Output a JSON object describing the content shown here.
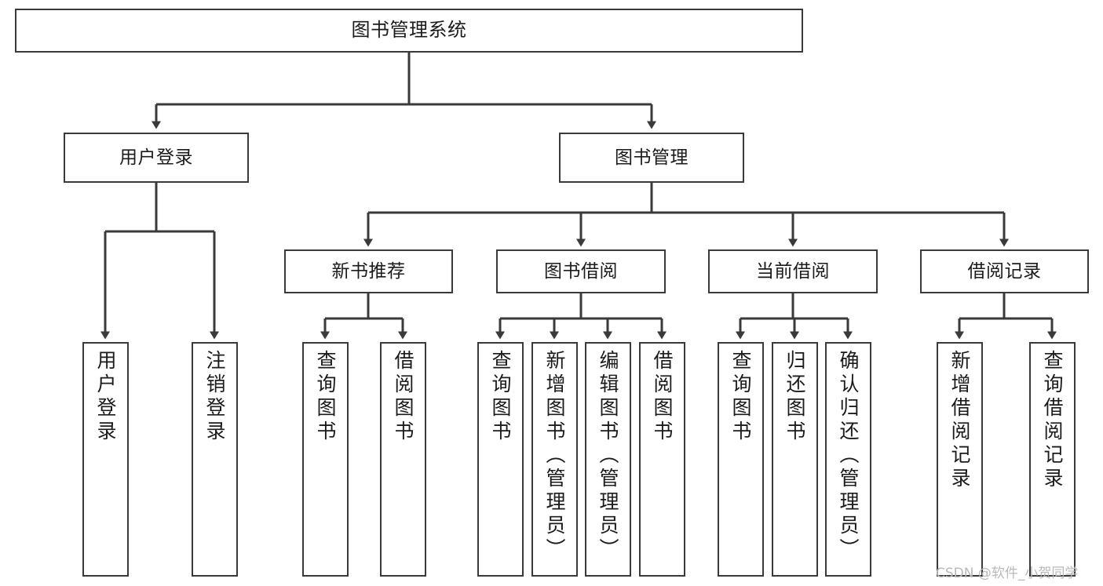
{
  "diagram": {
    "title": "图书管理系统",
    "watermark": "CSDN @软件_小贺同学",
    "line_color": "#3a3a3a",
    "box_fill": "#ffffff",
    "text_color": "#1b1b1b",
    "nodes": {
      "root": "图书管理系统",
      "level2": {
        "user_login": "用户登录",
        "book_manage": "图书管理"
      },
      "level3": {
        "new_book_rec": "新书推荐",
        "book_borrow": "图书借阅",
        "current_borrow": "当前借阅",
        "borrow_record": "借阅记录"
      },
      "leaves": {
        "user_login_1": "用户登录",
        "user_login_2": "注销登录",
        "new_book_rec_1": "查询图书",
        "new_book_rec_2": "借阅图书",
        "book_borrow_1": "查询图书",
        "book_borrow_2": "新增图书（管理员）",
        "book_borrow_3": "编辑图书（管理员）",
        "book_borrow_4": "借阅图书",
        "current_borrow_1": "查询图书",
        "current_borrow_2": "归还图书",
        "current_borrow_3": "确认归还（管理员）",
        "borrow_record_1": "新增借阅记录",
        "borrow_record_2": "查询借阅记录"
      }
    }
  }
}
